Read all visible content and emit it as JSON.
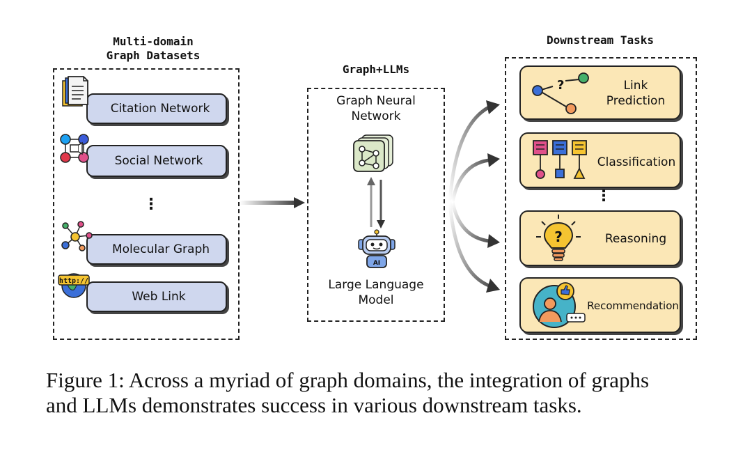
{
  "datasets": {
    "title_line1": "Multi-domain",
    "title_line2": "Graph Datasets",
    "items": [
      {
        "label": "Citation Network",
        "icon": "document-stack-icon"
      },
      {
        "label": "Social Network",
        "icon": "social-media-icons"
      },
      {
        "label": "Molecular Graph",
        "icon": "molecule-icon"
      },
      {
        "label": "Web Link",
        "icon": "globe-http-icon"
      }
    ],
    "ellipsis": "⋮"
  },
  "center": {
    "title": "Graph+LLMs",
    "gnn_line1": "Graph Neural",
    "gnn_line2": "Network",
    "llm_line1": "Large Language",
    "llm_line2": "Model",
    "robot_badge": "AI"
  },
  "tasks": {
    "title": "Downstream Tasks",
    "items": [
      {
        "label_line1": "Link",
        "label_line2": "Prediction",
        "icon": "link-prediction-icon"
      },
      {
        "label_line1": "Classification",
        "label_line2": "",
        "icon": "classification-icon"
      },
      {
        "label_line1": "Reasoning",
        "label_line2": "",
        "icon": "lightbulb-question-icon"
      },
      {
        "label_line1": "Recommendation",
        "label_line2": "",
        "icon": "thumbs-up-user-icon"
      }
    ],
    "ellipsis": "⋮"
  },
  "icon_text": {
    "http": "http://",
    "question_mark": "?"
  },
  "caption": {
    "line1": "Figure 1: Across a myriad of graph domains, the integration of graphs",
    "line2": "and LLMs demonstrates success in various downstream tasks."
  },
  "colors": {
    "dataset_fill": "#cfd7ee",
    "task_fill": "#fbe7b6",
    "pink": "#e0508a",
    "blue": "#3b6fd8",
    "green": "#46b06a",
    "orange": "#f29a5e",
    "yellow": "#f5c431"
  }
}
